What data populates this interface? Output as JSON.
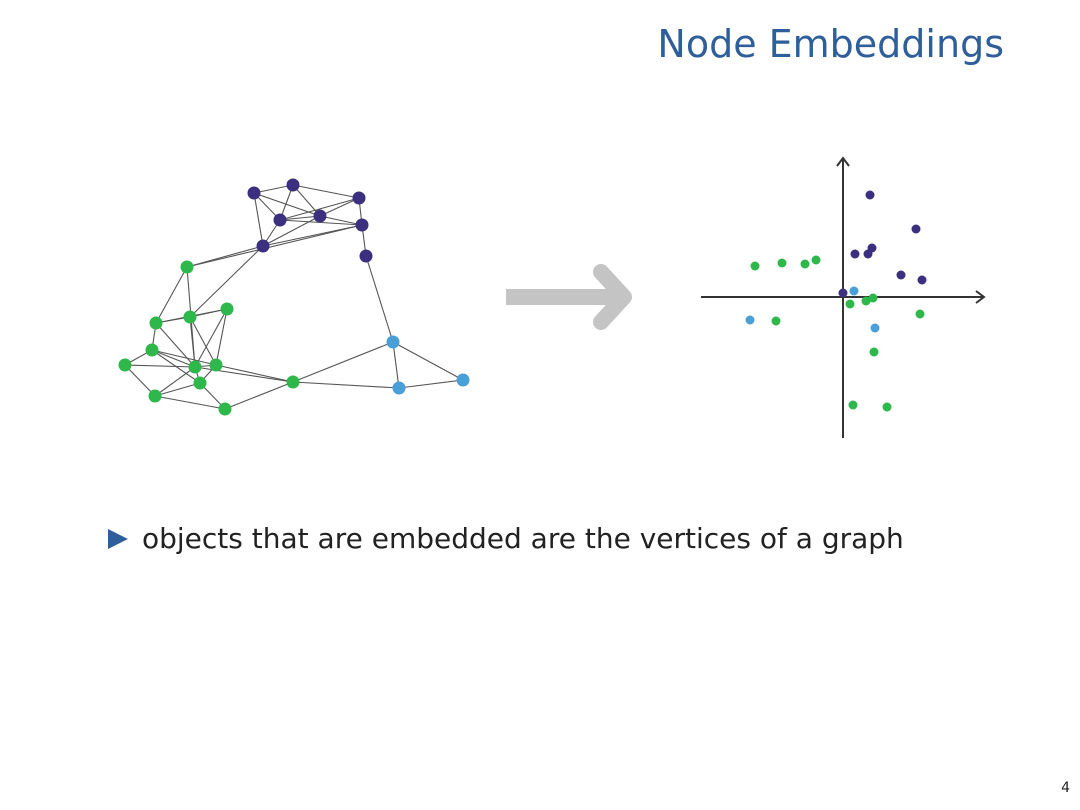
{
  "slide": {
    "title": "Node Embeddings",
    "bullets": [
      "objects that are embedded are the vertices of a graph"
    ],
    "page_number": "4"
  },
  "colors": {
    "title": "#2f5f9b",
    "bullet": "#2f5f9b",
    "node_purple": "#3b2f7f",
    "node_green": "#2eb84c",
    "node_blue": "#4a9fd6",
    "edge": "#555555",
    "arrow": "#c4c4c4",
    "axis": "#333333"
  },
  "icons": {
    "bullet": "triangle-right-icon",
    "transform_arrow": "arrow-right-icon"
  }
}
